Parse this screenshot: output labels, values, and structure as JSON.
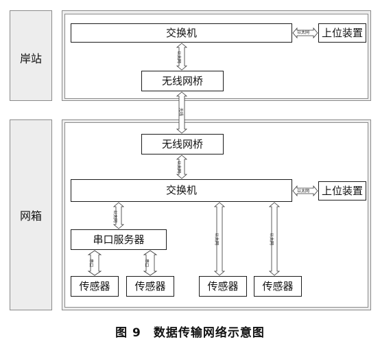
{
  "panels": {
    "shore": {
      "label": "岸站"
    },
    "cage": {
      "label": "网箱"
    }
  },
  "nodes": {
    "shore_switch": "交换机",
    "shore_host": "上位装置",
    "shore_wireless": "无线网桥",
    "cage_wireless": "无线网桥",
    "cage_switch": "交换机",
    "cage_host": "上位装置",
    "serial_server": "串口服务器",
    "sensor_1": "传感器",
    "sensor_2": "传感器",
    "sensor_3": "传感器",
    "sensor_4": "传感器"
  },
  "links": {
    "ethernet": "以太网",
    "wireless": "无线",
    "serial": "串口"
  },
  "caption": {
    "figure": "图 9",
    "title": "数据传输网络示意图"
  },
  "colors": {
    "panel_bg": "#ededed",
    "arrow_fill": "#ffffff",
    "arrow_stroke": "#333333"
  }
}
